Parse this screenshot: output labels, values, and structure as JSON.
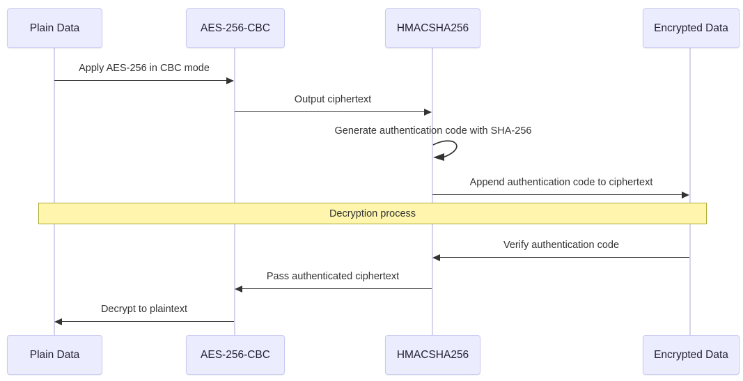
{
  "diagram": {
    "type": "sequence",
    "actors": [
      {
        "id": "plain-data",
        "label": "Plain Data"
      },
      {
        "id": "aes-256-cbc",
        "label": "AES-256-CBC"
      },
      {
        "id": "hmacsha256",
        "label": "HMACSHA256"
      },
      {
        "id": "encrypted-data",
        "label": "Encrypted Data"
      }
    ],
    "messages": [
      {
        "label": "Apply AES-256 in CBC mode",
        "from": "Plain Data",
        "to": "AES-256-CBC",
        "direction": "right"
      },
      {
        "label": "Output ciphertext",
        "from": "AES-256-CBC",
        "to": "HMACSHA256",
        "direction": "right"
      },
      {
        "label": "Generate authentication code with SHA-256",
        "from": "HMACSHA256",
        "to": "HMACSHA256",
        "direction": "self"
      },
      {
        "label": "Append authentication code to ciphertext",
        "from": "HMACSHA256",
        "to": "Encrypted Data",
        "direction": "right"
      },
      {
        "label": "Verify authentication code",
        "from": "Encrypted Data",
        "to": "HMACSHA256",
        "direction": "left"
      },
      {
        "label": "Pass authenticated ciphertext",
        "from": "HMACSHA256",
        "to": "AES-256-CBC",
        "direction": "left"
      },
      {
        "label": "Decrypt to plaintext",
        "from": "AES-256-CBC",
        "to": "Plain Data",
        "direction": "left"
      }
    ],
    "note": {
      "label": "Decryption process",
      "spans": "all actors"
    },
    "colors": {
      "actor_fill": "#ECECFF",
      "actor_border": "#C9C9F0",
      "lifeline": "#D4D4EC",
      "arrow": "#333333",
      "note_fill": "#FFF5AD",
      "note_border": "#AAAA33",
      "background": "#FFFFFF"
    }
  }
}
